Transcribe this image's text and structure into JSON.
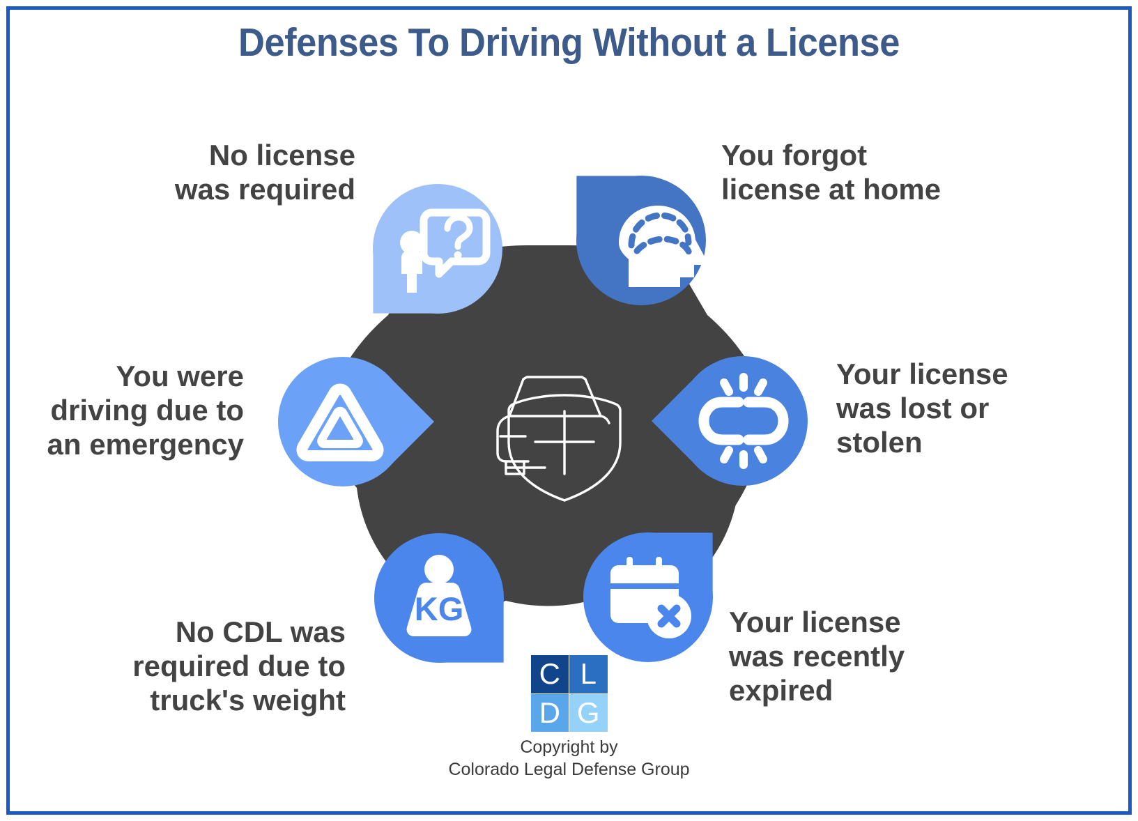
{
  "page": {
    "title": "Defenses To Driving Without a License",
    "border_color": "#1b5ac4",
    "background": "#ffffff",
    "title_color": "#3c5a8a",
    "label_color": "#434343",
    "hub_color": "#434343"
  },
  "diagram": {
    "type": "radial-pin-cluster",
    "center": {
      "icon": "car-shield-icon",
      "icon_description": "line-art car front with shield and plus sign",
      "shape": "six-lobed-blob",
      "color": "#434343"
    },
    "nodes": [
      {
        "id": "no-license-required",
        "label": "No license\nwas required",
        "icon": "person-question-bubble-icon",
        "color": "#9ec1f9",
        "position": "top-left",
        "label_align": "right"
      },
      {
        "id": "forgot-license-at-home",
        "label": "You forgot\nlicense at home",
        "icon": "head-brain-dashed-icon",
        "color": "#4474c4",
        "position": "top-right",
        "label_align": "left"
      },
      {
        "id": "license-lost-or-stolen",
        "label": "Your license\nwas lost or\nstolen",
        "icon": "broken-chain-link-icon",
        "color": "#4a82e0",
        "position": "right",
        "label_align": "left"
      },
      {
        "id": "license-recently-expired",
        "label": "Your license\nwas recently\nexpired",
        "icon": "calendar-x-icon",
        "color": "#4a86ec",
        "position": "bottom-right",
        "label_align": "left"
      },
      {
        "id": "no-cdl-required-weight",
        "label": "No CDL was\nrequired due to\ntruck's weight",
        "icon": "kg-weight-icon",
        "color": "#4a86ec",
        "position": "bottom-left",
        "label_align": "right"
      },
      {
        "id": "driving-emergency",
        "label": "You were\ndriving due to\nan emergency",
        "icon": "hazard-triangle-icon",
        "color": "#6ba2f7",
        "position": "left",
        "label_align": "right"
      }
    ]
  },
  "footer": {
    "logo": {
      "name": "cldg-logo",
      "cells": [
        "C",
        "L",
        "D",
        "G"
      ],
      "colors": [
        "#10458c",
        "#2a6fc0",
        "#59a7ea",
        "#95d2f9"
      ]
    },
    "copyright": "Copyright by\nColorado Legal Defense Group"
  }
}
